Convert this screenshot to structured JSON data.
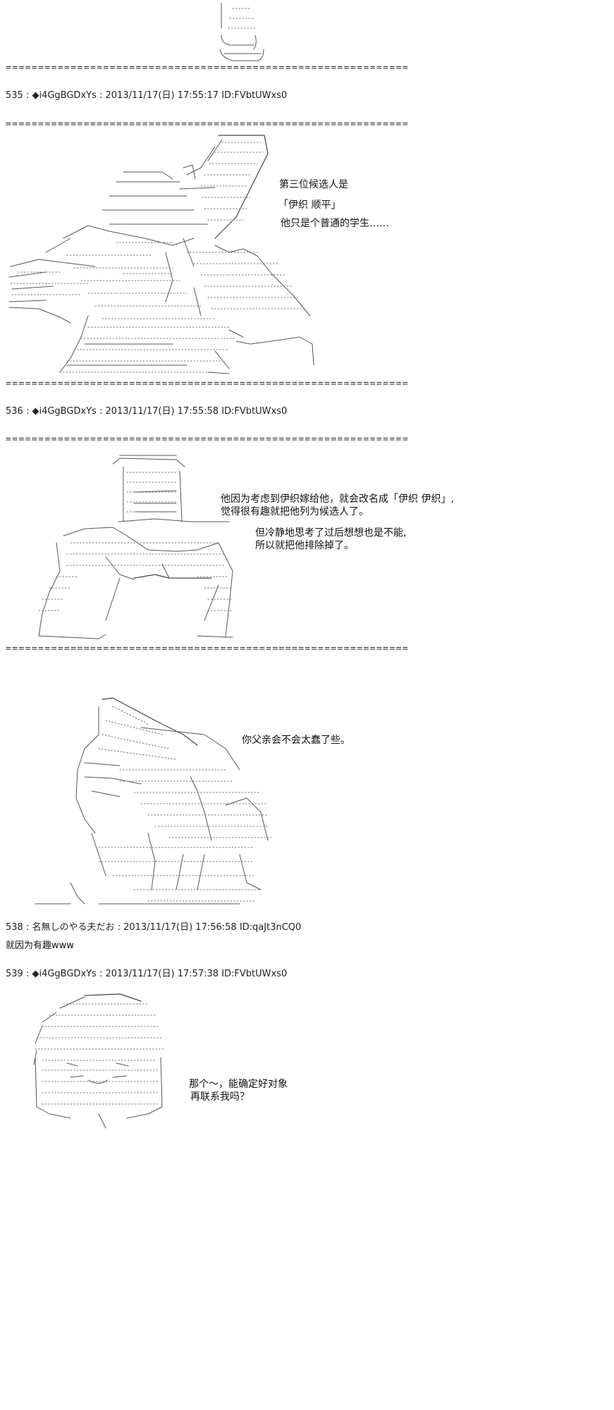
{
  "separator": "==============================================================",
  "posts": [
    {
      "header": "535 : ◆i4GgBGDxYs : 2013/11/17(日) 17:55:17 ID:FVbtUWxs0"
    },
    {
      "header": "536 : ◆i4GgBGDxYs : 2013/11/17(日) 17:55:58 ID:FVbtUWxs0"
    },
    {
      "header": "538 : 名無しのやる夫だお : 2013/11/17(日) 17:56:58 ID:qaJt3nCQ0",
      "body": "就因为有趣www"
    },
    {
      "header": "539 : ◆i4GgBGDxYs : 2013/11/17(日) 17:57:38 ID:FVbtUWxs0"
    }
  ],
  "dialogue": {
    "s1": [
      "第三位候选人是",
      "「伊织 顺平」",
      "他只是个普通的学生……"
    ],
    "s2": [
      "他因为考虑到伊织嫁给他，就会改名成「伊织 伊织」,",
      "觉得很有趣就把他列为候选人了。",
      "但冷静地思考了过后想想也是不能,",
      "所以就把他排除掉了。"
    ],
    "s3": [
      "你父亲会不会太蠢了些。"
    ],
    "s4": [
      "那个～，能确定好对象",
      "再联系我吗？"
    ]
  }
}
